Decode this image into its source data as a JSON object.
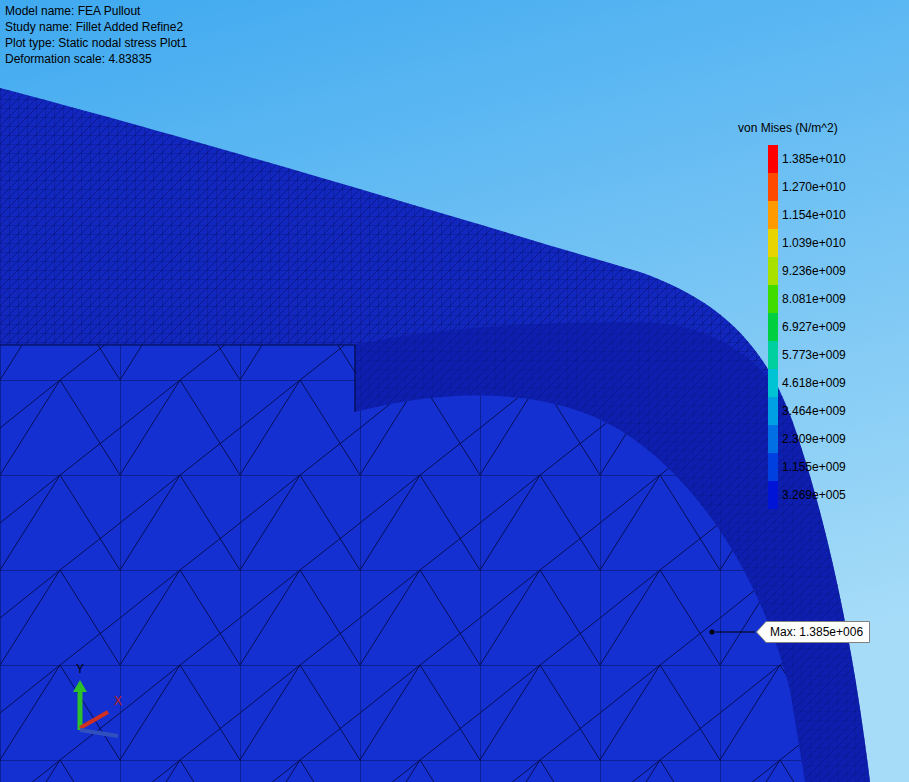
{
  "diagram": {
    "nodes": [
      {
        "text": [
          "Max: 1.385e+006"
        ]
      }
    ],
    "labels": [
      "Model name: FEA Pullout",
      "Study name: Fillet Added Refine2",
      "Plot type: Static nodal stress Plot1",
      "Deformation scale: 4.83835",
      "von Mises (N/m^2)",
      "Y",
      "X"
    ],
    "legend": [
      {
        "text": "1.385e+010",
        "color": "#ff0000"
      },
      {
        "text": "1.270e+010",
        "color": "#ff4a00"
      },
      {
        "text": "1.154e+010",
        "color": "#ff9a00"
      },
      {
        "text": "1.039e+010",
        "color": "#e8d400"
      },
      {
        "text": "9.236e+009",
        "color": "#a8e000"
      },
      {
        "text": "8.081e+009",
        "color": "#40dc00"
      },
      {
        "text": "6.927e+009",
        "color": "#00d040"
      },
      {
        "text": "5.773e+009",
        "color": "#00d0a0"
      },
      {
        "text": "4.618e+009",
        "color": "#00c4d4"
      },
      {
        "text": "3.464e+009",
        "color": "#00a0e4"
      },
      {
        "text": "2.309e+009",
        "color": "#0070e4"
      },
      {
        "text": "1.155e+009",
        "color": "#0040e0"
      },
      {
        "text": "3.269e+005",
        "color": "#0014d8"
      }
    ]
  }
}
